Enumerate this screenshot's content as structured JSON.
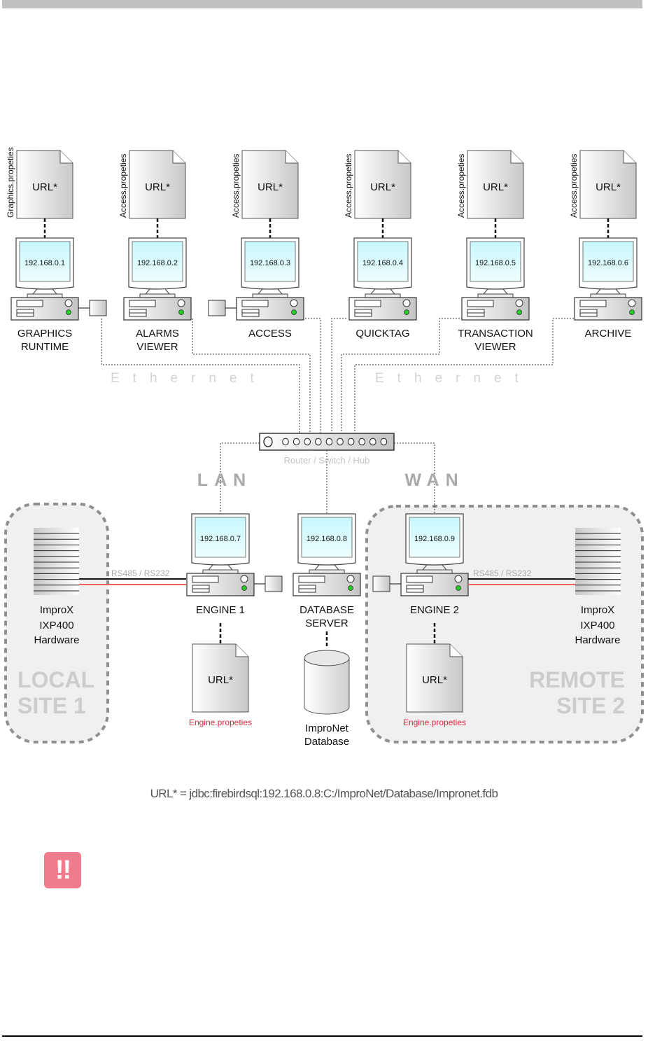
{
  "page": {
    "footnote": "URL* = jdbc:firebirdsql:192.168.0.8:C:/ImproNet/Database/Impronet.fdb",
    "warning_icon_label": "!!"
  },
  "colors": {
    "graphics_props": "#1aa37a",
    "engine_props": "#e8233c",
    "screen_top": "#c8f8ff",
    "screen_bottom": "#eaffff",
    "led": "#22cc22",
    "site_bg": "#f0f0f0",
    "site_border": "#909090",
    "serial_red": "#f06060",
    "warning": "#ef7b8c"
  },
  "network": {
    "ethernet_left": "Ethernet",
    "ethernet_right": "Ethernet",
    "router_label": "Router / Switch / Hub",
    "lan_label": "LAN",
    "wan_label": "WAN",
    "serial_label": "RS485 / RS232"
  },
  "workstations": [
    {
      "name_line1": "GRAPHICS",
      "name_line2": "RUNTIME",
      "ip": "192.168.0.1",
      "file_label": "Graphics.propeties",
      "file_text": "URL*",
      "file_color": "graphics"
    },
    {
      "name_line1": "ALARMS",
      "name_line2": "VIEWER",
      "ip": "192.168.0.2",
      "file_label": "Access.propeties",
      "file_text": "URL*",
      "file_color": "default"
    },
    {
      "name_line1": "ACCESS",
      "name_line2": "",
      "ip": "192.168.0.3",
      "file_label": "Access.propeties",
      "file_text": "URL*",
      "file_color": "default"
    },
    {
      "name_line1": "QUICKTAG",
      "name_line2": "",
      "ip": "192.168.0.4",
      "file_label": "Access.propeties",
      "file_text": "URL*",
      "file_color": "default"
    },
    {
      "name_line1": "TRANSACTION",
      "name_line2": "VIEWER",
      "ip": "192.168.0.5",
      "file_label": "Access.propeties",
      "file_text": "URL*",
      "file_color": "default"
    },
    {
      "name_line1": "ARCHIVE",
      "name_line2": "",
      "ip": "192.168.0.6",
      "file_label": "Access.propeties",
      "file_text": "URL*",
      "file_color": "default"
    }
  ],
  "servers": {
    "engine1": {
      "name": "ENGINE 1",
      "ip": "192.168.0.7",
      "file_text": "URL*",
      "file_label": "Engine.propeties"
    },
    "database": {
      "name_line1": "DATABASE",
      "name_line2": "SERVER",
      "ip": "192.168.0.8",
      "db_line1": "ImproNet",
      "db_line2": "Database"
    },
    "engine2": {
      "name": "ENGINE 2",
      "ip": "192.168.0.9",
      "file_text": "URL*",
      "file_label": "Engine.propeties"
    }
  },
  "sites": {
    "local": {
      "title_line1": "LOCAL",
      "title_line2": "SITE 1",
      "hw_line1": "ImproX",
      "hw_line2": "IXP400",
      "hw_line3": "Hardware"
    },
    "remote": {
      "title_line1": "REMOTE",
      "title_line2": "SITE 2",
      "hw_line1": "ImproX",
      "hw_line2": "IXP400",
      "hw_line3": "Hardware"
    }
  }
}
